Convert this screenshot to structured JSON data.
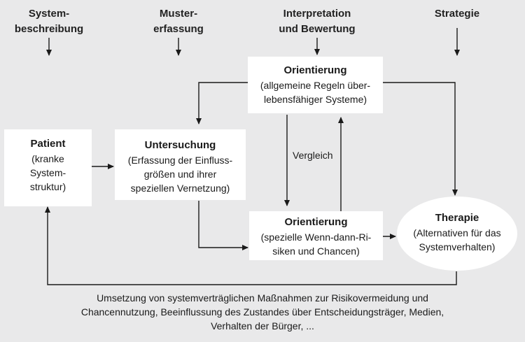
{
  "headers": {
    "system": "System-\nbeschreibung",
    "muster": "Muster-\nerfassung",
    "interpretation": "Interpretation\nund Bewertung",
    "strategie": "Strategie"
  },
  "patient": {
    "title": "Patient",
    "text": "(kranke\nSystem-\nstruktur)"
  },
  "untersuchung": {
    "title": "Untersuchung",
    "text": "(Erfassung der Einfluss-\ngrößen und ihrer\nspeziellen Vernetzung)"
  },
  "orientierung_top": {
    "title": "Orientierung",
    "text": "(allgemeine Regeln über-\nlebensfähiger Systeme)"
  },
  "orientierung_bottom": {
    "title": "Orientierung",
    "text": "(spezielle Wenn-dann-Ri-\nsiken und Chancen)"
  },
  "therapie": {
    "title": "Therapie",
    "text": "(Alternativen für das\nSystemverhalten)"
  },
  "vergleich": "Vergleich",
  "footer": "Umsetzung von systemverträglichen Maßnahmen zur Risikovermeidung und\nChancennutzung, Beeinflussung des Zustandes über Entscheidungsträger, Medien,\nVerhalten der Bürger, ..."
}
